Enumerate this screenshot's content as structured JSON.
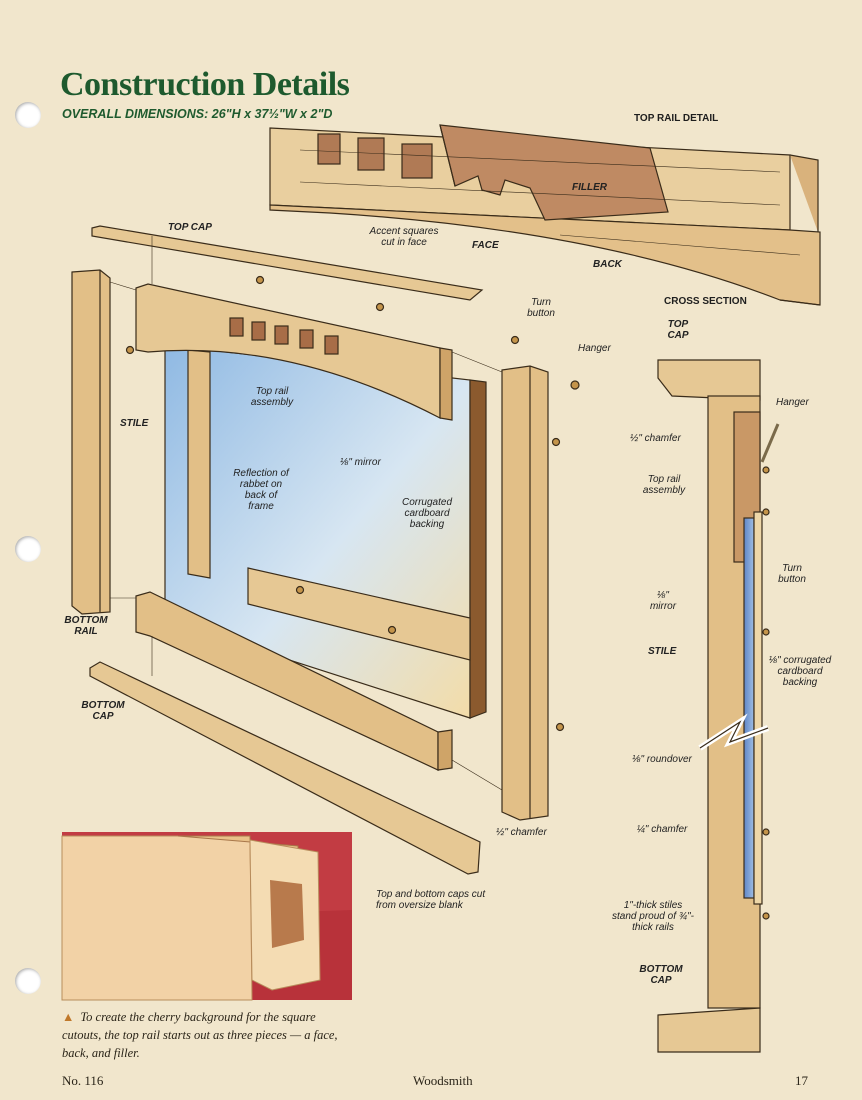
{
  "title": "Construction Details",
  "subtitle": "OVERALL DIMENSIONS: 26\"H x 37½\"W x 2\"D",
  "headers": {
    "top_rail_detail": "TOP RAIL DETAIL",
    "cross_section": "CROSS SECTION"
  },
  "top_rail_detail": {
    "filler": "FILLER",
    "accent": "Accent squares cut in face",
    "face": "FACE",
    "back": "BACK"
  },
  "exploded": {
    "top_cap": "TOP CAP",
    "turn_button": "Turn button",
    "hanger": "Hanger",
    "top_rail_assembly": "Top rail assembly",
    "stile": "STILE",
    "reflection": "Reflection of rabbet on back of frame",
    "mirror": "⅛\" mirror",
    "corrugated": "Corrugated cardboard backing",
    "bottom_rail": "BOTTOM RAIL",
    "bottom_cap": "BOTTOM CAP",
    "chamfer": "½\" chamfer",
    "caps_note": "Top and bottom caps cut from oversize blank"
  },
  "cross_section": {
    "top_cap": "TOP CAP",
    "hanger": "Hanger",
    "chamfer_half": "½\" chamfer",
    "top_rail_assembly": "Top rail assembly",
    "turn_button": "Turn button",
    "mirror": "⅛\" mirror",
    "stile": "STILE",
    "corrugated": "⅛\" corrugated cardboard backing",
    "roundover": "⅛\" roundover",
    "chamfer_quarter": "¼\" chamfer",
    "stiles_note": "1\"-thick stiles stand proud of ¾\"-thick rails",
    "bottom_cap": "BOTTOM CAP"
  },
  "caption": "To create the cherry background for the square cutouts, the top rail starts out as three pieces — a face, back, and filler.",
  "footer": {
    "issue": "No. 116",
    "magazine": "Woodsmith",
    "page": "17"
  },
  "colors": {
    "paper": "#f1e6cc",
    "title_green": "#1e5a2e",
    "wood": "#e7c995",
    "wood_dark": "#c99f66",
    "cherry": "#b9825b",
    "mirror": "#aecfe8",
    "photo_red": "#b8323a"
  }
}
